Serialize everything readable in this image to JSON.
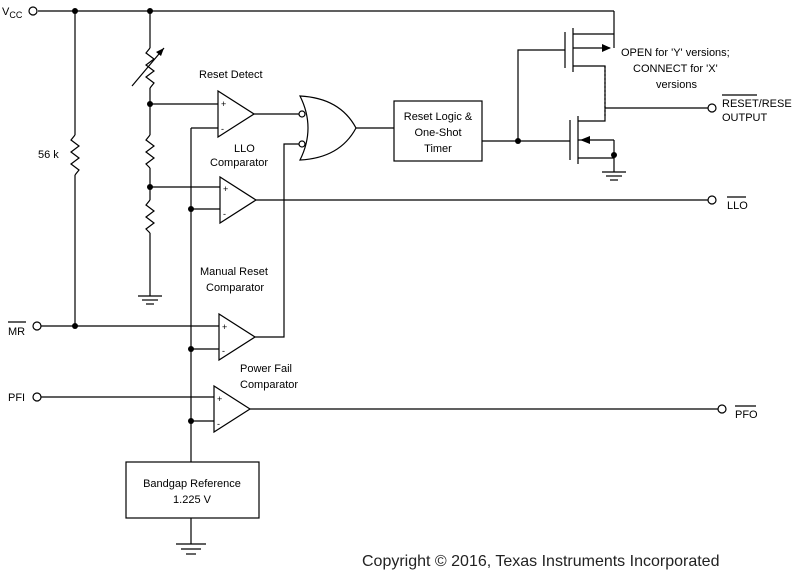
{
  "pins": {
    "vcc_main": "V",
    "vcc_sub": "CC",
    "mr": "MR",
    "pfi": "PFI",
    "llo": "LLO",
    "pfo": "PFO",
    "reset_line1": "RESET/RESET",
    "reset_line2": "OUTPUT"
  },
  "components": {
    "resistor_56k": "56 k",
    "reset_detect": "Reset Detect",
    "llo_comp_1": "LLO",
    "llo_comp_2": "Comparator",
    "manual_reset_1": "Manual Reset",
    "manual_reset_2": "Comparator",
    "power_fail_1": "Power Fail",
    "power_fail_2": "Comparator",
    "reset_logic_1": "Reset Logic &",
    "reset_logic_2": "One-Shot",
    "reset_logic_3": "Timer",
    "bandgap_1": "Bandgap Reference",
    "bandgap_2": "1.225 V",
    "note_1": "OPEN for 'Y' versions;",
    "note_2": "CONNECT for 'X'",
    "note_3": "versions",
    "plus": "+",
    "minus": "-"
  },
  "copyright": "Copyright © 2016, Texas Instruments Incorporated"
}
